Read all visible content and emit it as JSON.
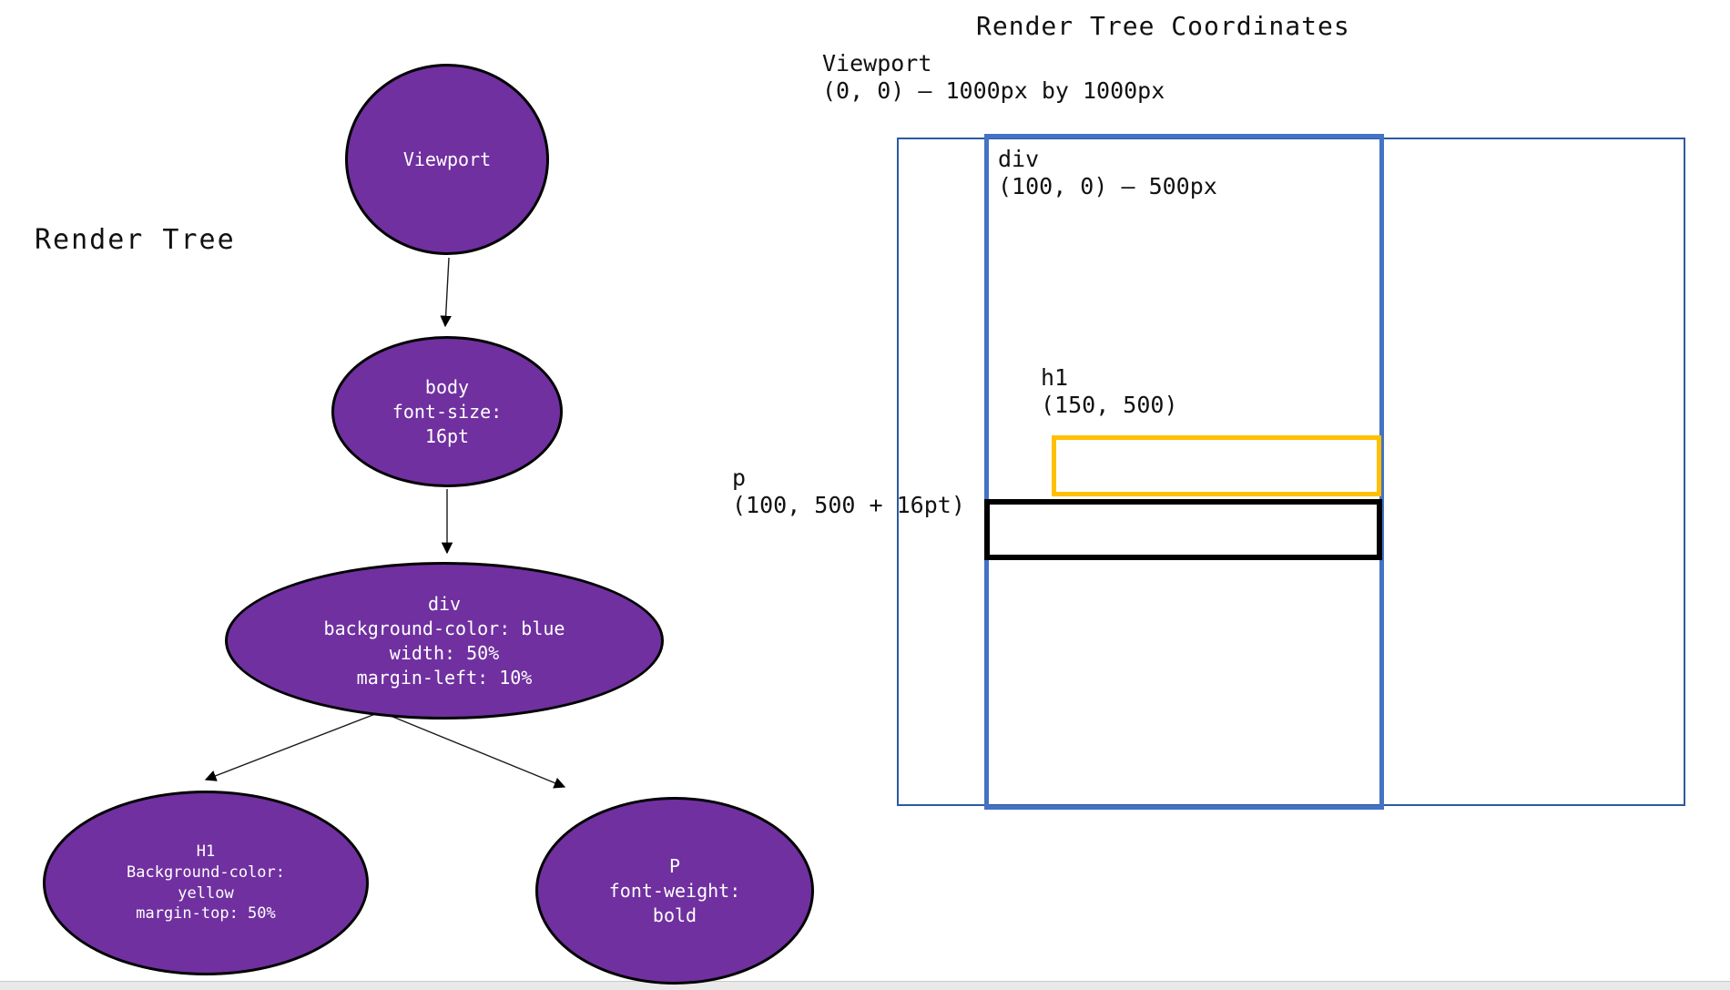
{
  "render_tree": {
    "title": "Render Tree",
    "nodes": {
      "viewport": "Viewport",
      "body": "body\nfont-size:\n16pt",
      "div": "div\nbackground-color: blue\nwidth: 50%\nmargin-left: 10%",
      "h1": "H1\nBackground-color:\nyellow\nmargin-top: 50%",
      "p": "P\nfont-weight:\nbold"
    }
  },
  "coordinates": {
    "title": "Render Tree Coordinates",
    "viewport_label": "Viewport\n(0, 0) – 1000px by 1000px",
    "div_label": "div\n(100, 0) – 500px",
    "h1_label": "h1\n(150, 500)",
    "p_label": "p\n(100, 500 + 16pt)"
  },
  "colors": {
    "node_fill": "#7030A0",
    "node_border": "#000000",
    "viewport_rect": "#2D5AA0",
    "div_rect": "#4472C4",
    "h1_rect": "#FFC000",
    "p_rect": "#000000"
  }
}
